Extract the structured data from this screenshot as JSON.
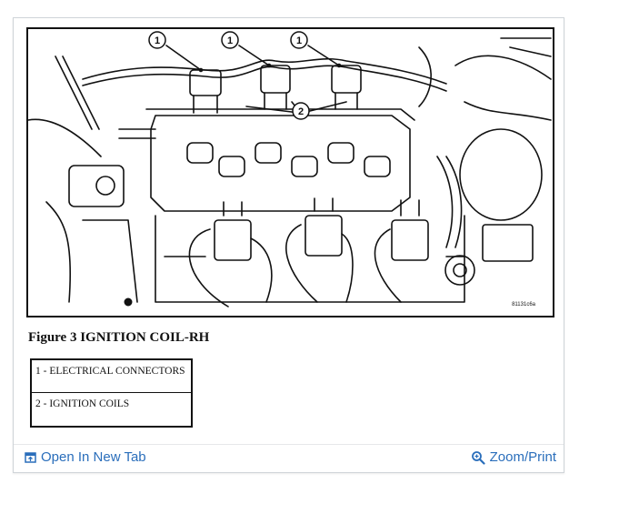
{
  "figure": {
    "callouts": [
      "1",
      "1",
      "1",
      "2"
    ],
    "stamp": "81131c6a",
    "caption": "Figure 3 IGNITION COIL-RH"
  },
  "legend": {
    "rows": [
      {
        "label": "1 - ELECTRICAL CONNECTORS"
      },
      {
        "label": "2 - IGNITION COILS"
      }
    ]
  },
  "actions": {
    "open_new_tab": {
      "label": "Open In New Tab",
      "icon": "open-new-tab-icon"
    },
    "zoom_print": {
      "label": "Zoom/Print",
      "icon": "magnifier-icon"
    }
  },
  "colors": {
    "link": "#2a6ebb",
    "card_border": "#cfd4d8"
  }
}
